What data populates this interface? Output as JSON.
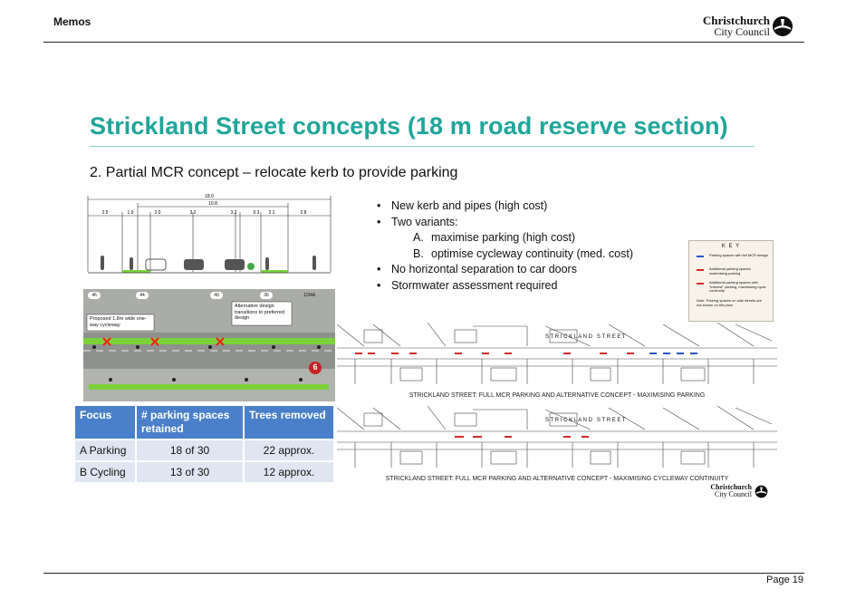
{
  "header": {
    "section": "Memos",
    "logo_line1": "Christchurch",
    "logo_line2": "City Council"
  },
  "footer": {
    "page": "Page 19"
  },
  "slide": {
    "title": "Strickland Street concepts (18 m road reserve section)",
    "subtitle": "2. Partial MCR concept – relocate kerb to provide parking",
    "bullets": [
      "New kerb and pipes (high cost)",
      "Two variants:",
      "No horizontal separation to car doors",
      "Stormwater assessment required"
    ],
    "variants": [
      {
        "letter": "A.",
        "text": "maximise parking (high cost)"
      },
      {
        "letter": "B.",
        "text": "optimise cycleway continuity (med. cost)"
      }
    ]
  },
  "cross_section": {
    "total": "18.0",
    "inner": "10.8",
    "dims": [
      "2.5",
      "1.9",
      "2.0",
      "3.2",
      "3.2",
      "0.3",
      "2.1",
      "2.8"
    ]
  },
  "aerial": {
    "numbers": [
      "46",
      "44",
      "40",
      "36",
      "1/34A"
    ],
    "callout1": "Proposed 1.8m wide one-way cycleway",
    "callout2": "Alternative design transitions to preferred design",
    "marker": "6"
  },
  "key": {
    "title": "K E Y",
    "items": [
      {
        "label": "Parking spaces with full MCR design",
        "color": "#2b55c9"
      },
      {
        "label": "Additional parking spaces maximising parking",
        "color": "#d12b2b"
      },
      {
        "label": "Additional parking spaces with \"interest\" parking, maximising cycle continuity",
        "color": "#d12b2b"
      }
    ],
    "note": "Note: Parking spaces on side streets are not shown on this plan."
  },
  "maps": {
    "street_label": "S T R I C K L A N D   S T R E E T",
    "caption1": "STRICKLAND STREET: FULL MCR PARKING AND ALTERNATIVE CONCEPT - MAXIMISING PARKING",
    "caption2": "STRICKLAND STREET: FULL MCR PARKING AND ALTERNATIVE CONCEPT - MAXIMISING CYCLEWAY CONTINUITY"
  },
  "table": {
    "headers": [
      "Focus",
      "# parking spaces retained",
      "Trees removed"
    ],
    "rows": [
      [
        "A Parking",
        "18 of 30",
        "22 approx."
      ],
      [
        "B Cycling",
        "13 of 30",
        "12 approx."
      ]
    ]
  },
  "colors": {
    "title": "#1fa69a",
    "table_header": "#4a7fc9",
    "table_cell": "#dfe6f1",
    "cycleway_green": "#7bd23a"
  }
}
